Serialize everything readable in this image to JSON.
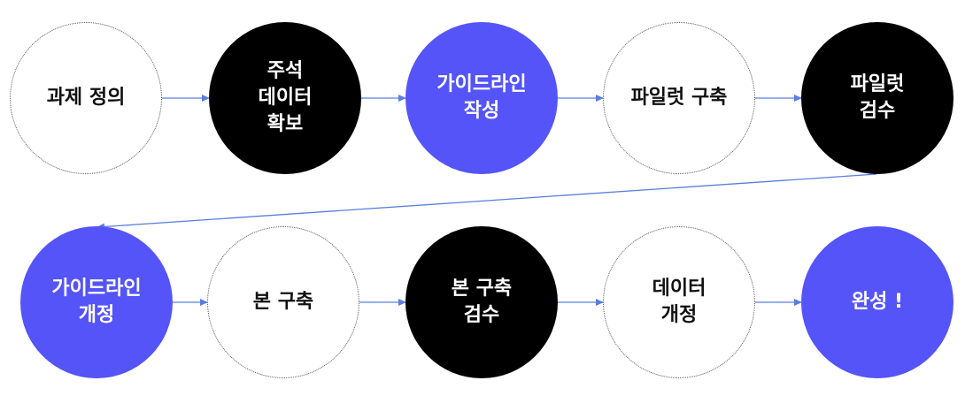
{
  "colors": {
    "dark": "#000000",
    "accent": "#5454f8",
    "outline_fill": "#ffffff",
    "connector": "#5a7ee0"
  },
  "steps": [
    {
      "lines": [
        "과제 정의"
      ],
      "style": "outline"
    },
    {
      "lines": [
        "주석",
        "데이터",
        "확보"
      ],
      "style": "dark"
    },
    {
      "lines": [
        "가이드라인",
        "작성"
      ],
      "style": "accent"
    },
    {
      "lines": [
        "파일럿 구축"
      ],
      "style": "outline"
    },
    {
      "lines": [
        "파일럿",
        "검수"
      ],
      "style": "dark"
    },
    {
      "lines": [
        "가이드라인",
        "개정"
      ],
      "style": "accent"
    },
    {
      "lines": [
        "본 구축"
      ],
      "style": "outline"
    },
    {
      "lines": [
        "본 구축",
        "검수"
      ],
      "style": "dark"
    },
    {
      "lines": [
        "데이터",
        "개정"
      ],
      "style": "outline"
    },
    {
      "lines": [
        "완성 !"
      ],
      "style": "accent"
    }
  ]
}
